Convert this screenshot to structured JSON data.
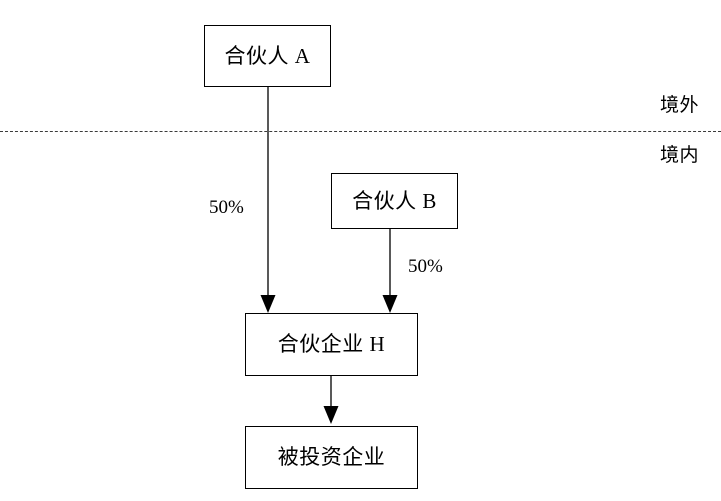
{
  "diagram": {
    "title_text": "",
    "boxes": [
      {
        "id": "partner-a",
        "label": "合伙人 A"
      },
      {
        "id": "partner-b",
        "label": "合伙人 B"
      },
      {
        "id": "partnership-h",
        "label": "合伙企业 H"
      },
      {
        "id": "invested-enterprise",
        "label": "被投资企业"
      }
    ],
    "region_labels": [
      {
        "id": "offshore",
        "label": "境外"
      },
      {
        "id": "onshore",
        "label": "境内"
      }
    ],
    "edge_labels": [
      {
        "id": "a-to-h-percent",
        "label": "50%"
      },
      {
        "id": "b-to-h-percent",
        "label": "50%"
      }
    ],
    "colors": {
      "box_border": "#000000",
      "box_fill": "#ffffff",
      "connector_line": "#595959",
      "arrow_head": "#000000",
      "divider": "#3b3b3b",
      "text": "#000000",
      "background": "#ffffff"
    }
  }
}
